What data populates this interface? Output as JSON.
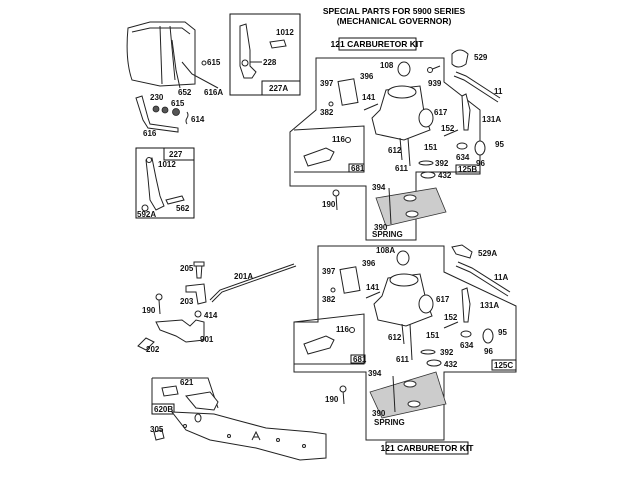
{
  "title": {
    "line1": "SPECIAL PARTS FOR 5900 SERIES",
    "line2": "(MECHANICAL GOVERNOR)"
  },
  "kits": {
    "top_kit_label": "121 CARBURETOR KIT",
    "bottom_kit_label": "121 CARBURETOR KIT"
  },
  "insets": {
    "box_227A": "227A",
    "box_227": "227",
    "box_681_top": "681",
    "box_681_bottom": "681",
    "box_125B": "125B",
    "box_125C": "125C",
    "box_620B": "620B"
  },
  "labels": {
    "tank": {
      "p615a": "615",
      "p652": "652",
      "p616A": "616A",
      "p230": "230",
      "p615b": "615",
      "p614": "614",
      "p616": "616"
    },
    "inset227A": {
      "p1012": "1012",
      "p228": "228"
    },
    "inset227": {
      "p1012": "1012",
      "p592A": "592A",
      "p562": "562"
    },
    "top_carb": {
      "p529": "529",
      "p108": "108",
      "p939": "939",
      "p397": "397",
      "p396": "396",
      "p141": "141",
      "p382": "382",
      "p617": "617",
      "p11": "11",
      "p131A": "131A",
      "p152": "152",
      "p151": "151",
      "p95": "95",
      "p634": "634",
      "p96": "96",
      "p116": "116",
      "p612": "612",
      "p611": "611",
      "p392": "392",
      "p432": "432",
      "p394": "394",
      "p190": "190",
      "p390": "390",
      "spring": "SPRING"
    },
    "bottom_carb": {
      "p108A": "108A",
      "p529A": "529A",
      "p397": "397",
      "p396": "396",
      "p11A": "11A",
      "p141": "141",
      "p382": "382",
      "p617": "617",
      "p131A": "131A",
      "p152": "152",
      "p151": "151",
      "p95": "95",
      "p634": "634",
      "p96": "96",
      "p116": "116",
      "p612": "612",
      "p611": "611",
      "p392": "392",
      "p432": "432",
      "p394": "394",
      "p190": "190",
      "p390": "390",
      "spring": "SPRING"
    },
    "governor": {
      "p205": "205",
      "p201A": "201A",
      "p203": "203",
      "p190": "190",
      "p414": "414",
      "p901": "901",
      "p202": "202"
    },
    "bracket": {
      "p621": "621",
      "p305": "305"
    }
  }
}
